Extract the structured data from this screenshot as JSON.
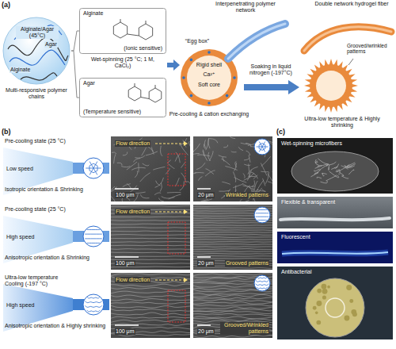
{
  "diagram": {
    "nodes": [
      {
        "text": [
          "Alginate/Agar (45°C)",
          "Alginate",
          "Agar",
          "Multi-responsive polymer chains"
        ]
      },
      {
        "text": [
          "Alginate",
          "(Ionic sensitive)"
        ]
      },
      {
        "text": [
          "Agar",
          "(Temperature sensitive)"
        ]
      },
      {
        "text": [
          "Flow direction",
          "100 μm"
        ]
      },
      {
        "text": [
          "Wrinkled patterns",
          "20 μm"
        ]
      },
      {
        "text": [
          "Flow direction",
          "100 μm"
        ]
      },
      {
        "text": [
          "Grooved patterns",
          "20 μm"
        ]
      },
      {
        "text": [
          "Flow direction",
          "100 μm"
        ]
      },
      {
        "text": [
          "Grooved/Wrinkled patterns",
          "20 μm"
        ]
      },
      {
        "text": [
          "Wet-spinning microfibers"
        ]
      },
      {
        "text": [
          "Flexible & transparent"
        ]
      },
      {
        "text": [
          "Fluorescent"
        ]
      },
      {
        "text": [
          "Antibacterial"
        ]
      }
    ],
    "edges": [
      {
        "from": 0,
        "to": 1,
        "arrow": "none"
      },
      {
        "from": 0,
        "to": 2,
        "arrow": "none"
      }
    ],
    "labels": [
      "(a)",
      "Wet-spinning (25 °C; 1 M, CaCl₂)",
      "Interpenetrating polymer network",
      "“Egg box”",
      "Rigid shell",
      "Ca²⁺",
      "Soft core",
      "Pre-cooling & cation exchanging",
      "Soaking in liquid nitrogen (-197°C)",
      "Double network hydrogel fiber",
      "Grooved/wrinkled patterns",
      "Ultra-low temperature & Highly shrinking",
      "(b)",
      "Pre-cooling state (25 °C)",
      "Low speed",
      "Isotropic orientation & Shrinking",
      "Pre-cooling state (25 °C)",
      "High speed",
      "Anisotropic orientation & Shrinking",
      "Ultra-low temperature Cooling (-197 °C)",
      "High speed",
      "Anisotropic orientation & Highly shrinking",
      "(c)"
    ]
  }
}
